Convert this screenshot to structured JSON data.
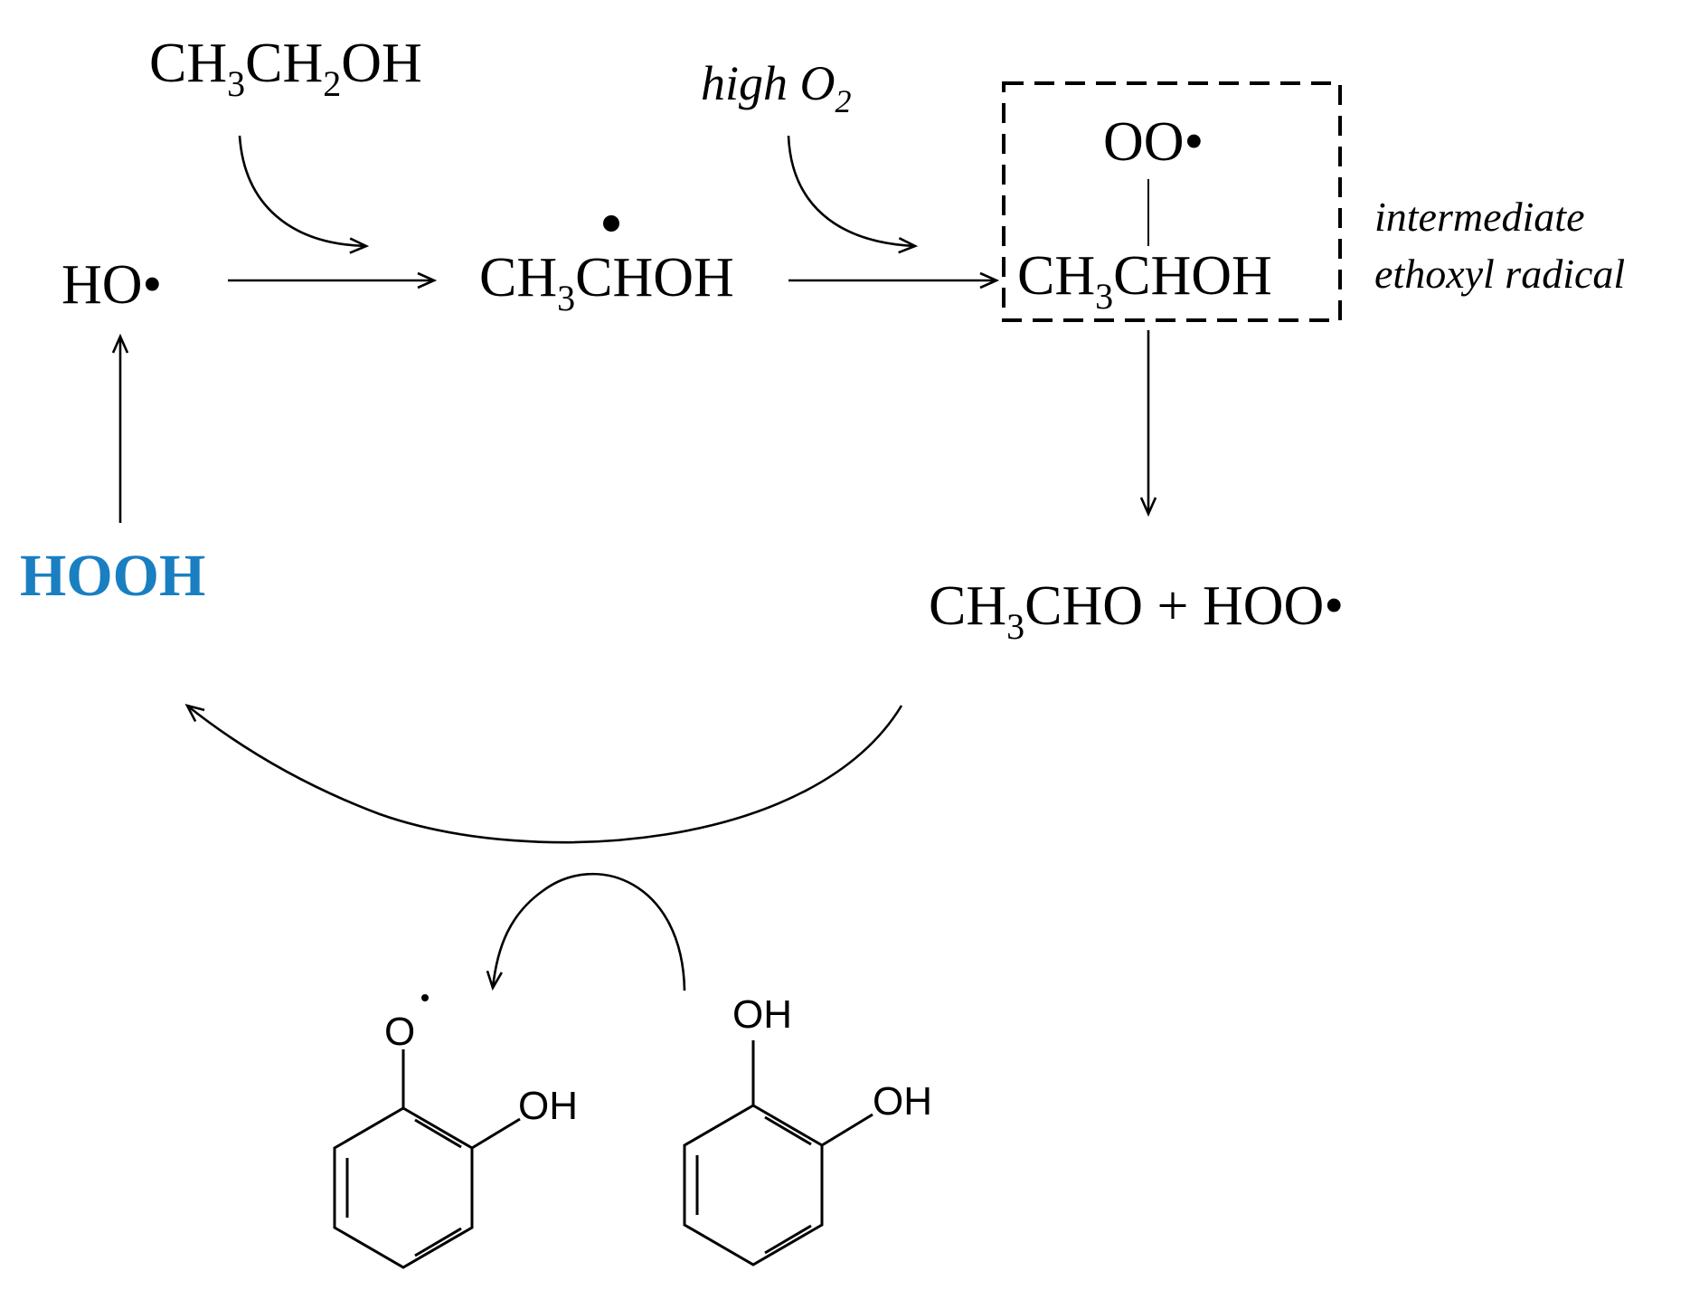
{
  "species": {
    "ethanol": {
      "p1": "CH",
      "s1": "3",
      "p2": "CH",
      "s2": "2",
      "p3": "OH"
    },
    "hydroxyl_radical": "HO•",
    "hydroxyethyl_radical": {
      "p1": "CH",
      "s1": "3",
      "p2": "CHOH"
    },
    "high_o2": {
      "p1": "high O",
      "s1": "2"
    },
    "peroxyl_top": "OO•",
    "peroxyl_base": {
      "p1": "CH",
      "s1": "3",
      "p2": "CHOH"
    },
    "intermediate_label": {
      "line1": "intermediate",
      "line2": "ethoxyl radical"
    },
    "products": {
      "p1": "CH",
      "s1": "3",
      "p2": "CHO + HOO•"
    },
    "hydrogen_peroxide": "HOOH"
  },
  "structures": {
    "semiquinone_o": "O",
    "semiquinone_oh": "OH",
    "catechol_oh_top": "OH",
    "catechol_oh_side": "OH"
  },
  "colors": {
    "hooh": "#1a7fc1",
    "ink": "#000000"
  }
}
